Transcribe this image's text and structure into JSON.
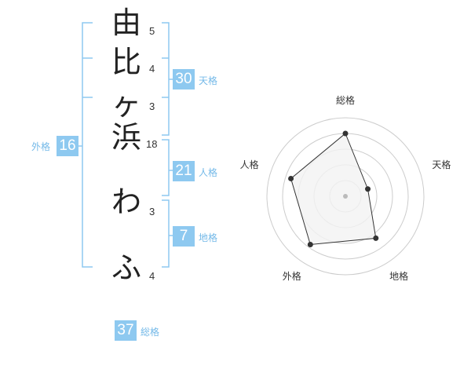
{
  "name": {
    "chars": [
      "由",
      "比",
      "ヶ",
      "浜",
      "わ",
      "ふ"
    ],
    "strokes": [
      "5",
      "4",
      "3",
      "18",
      "3",
      "4"
    ]
  },
  "grades": {
    "tenkaku": {
      "value": "30",
      "label": "天格"
    },
    "jinkaku": {
      "value": "21",
      "label": "人格"
    },
    "chikaku": {
      "value": "7",
      "label": "地格"
    },
    "gaikaku": {
      "value": "16",
      "label": "外格"
    },
    "soukaku": {
      "value": "37",
      "label": "総格"
    }
  },
  "colors": {
    "accent": "#8ec9f0",
    "accent_text": "#74b9e8",
    "radar_fill": "#f2f2f2",
    "radar_line": "#333333",
    "ring": "#cccccc"
  },
  "chart_data": {
    "type": "radar",
    "axes": [
      "総格",
      "天格",
      "地格",
      "外格",
      "人格"
    ],
    "values": [
      0.8,
      0.3,
      0.66,
      0.76,
      0.73
    ],
    "max": 1,
    "rings": 5
  }
}
